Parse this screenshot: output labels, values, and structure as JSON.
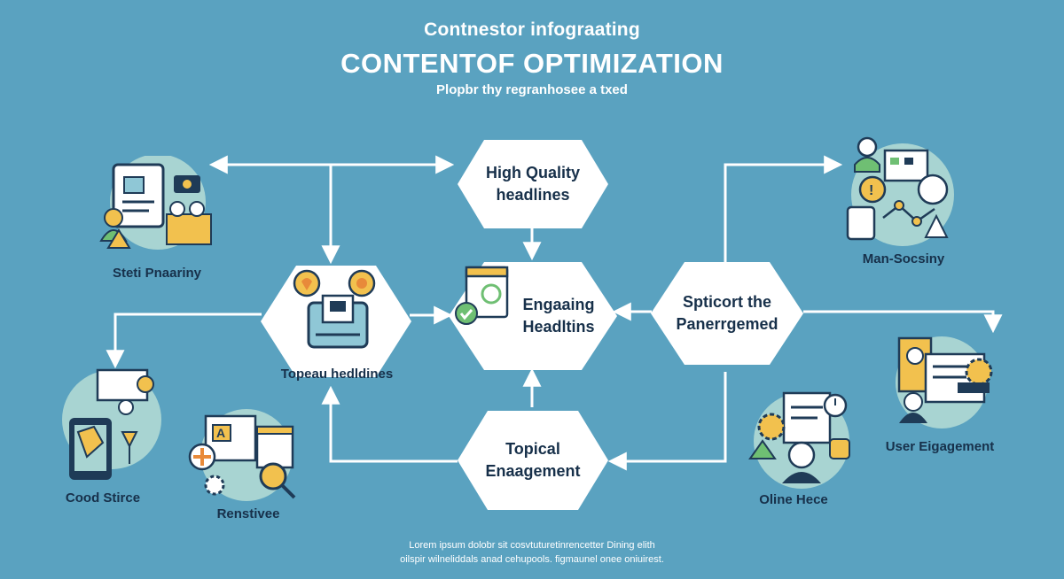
{
  "header": {
    "kicker": "Contnestor infograating",
    "title": "CONTENTOF OPTIMIZATION",
    "subtitle": "Plopbr thy regranhosee a txed"
  },
  "hexagons": {
    "top": "High Quality\nheadlines",
    "center": "Engaaing\nHeadltins",
    "right": "Spticort the\nPanerrgemed",
    "bottom": "Topical\nEnaagement"
  },
  "labels": {
    "step_planning": "Steti Pnaariny",
    "topic_headlines": "Topeau hedldines",
    "good_structure": "Cood Stirce",
    "renstivee": "Renstivee",
    "man_socsiny": "Man-Socsiny",
    "user_engagement": "User Eigagement",
    "oline_hece": "Oline Hece"
  },
  "footer": {
    "line1": "Lorem ipsum dolobr sit cosvtuturetinrencetter Dining elith",
    "line2": "oilspir wilneliddals anad cehupools. figmaunel onee oniuirest."
  },
  "colors": {
    "background": "#5aa2c0",
    "circle": "#a8d4d2",
    "navy": "#1f3b57",
    "yellow": "#f2c14e",
    "orange": "#e88a3a",
    "green": "#6fbf73"
  }
}
